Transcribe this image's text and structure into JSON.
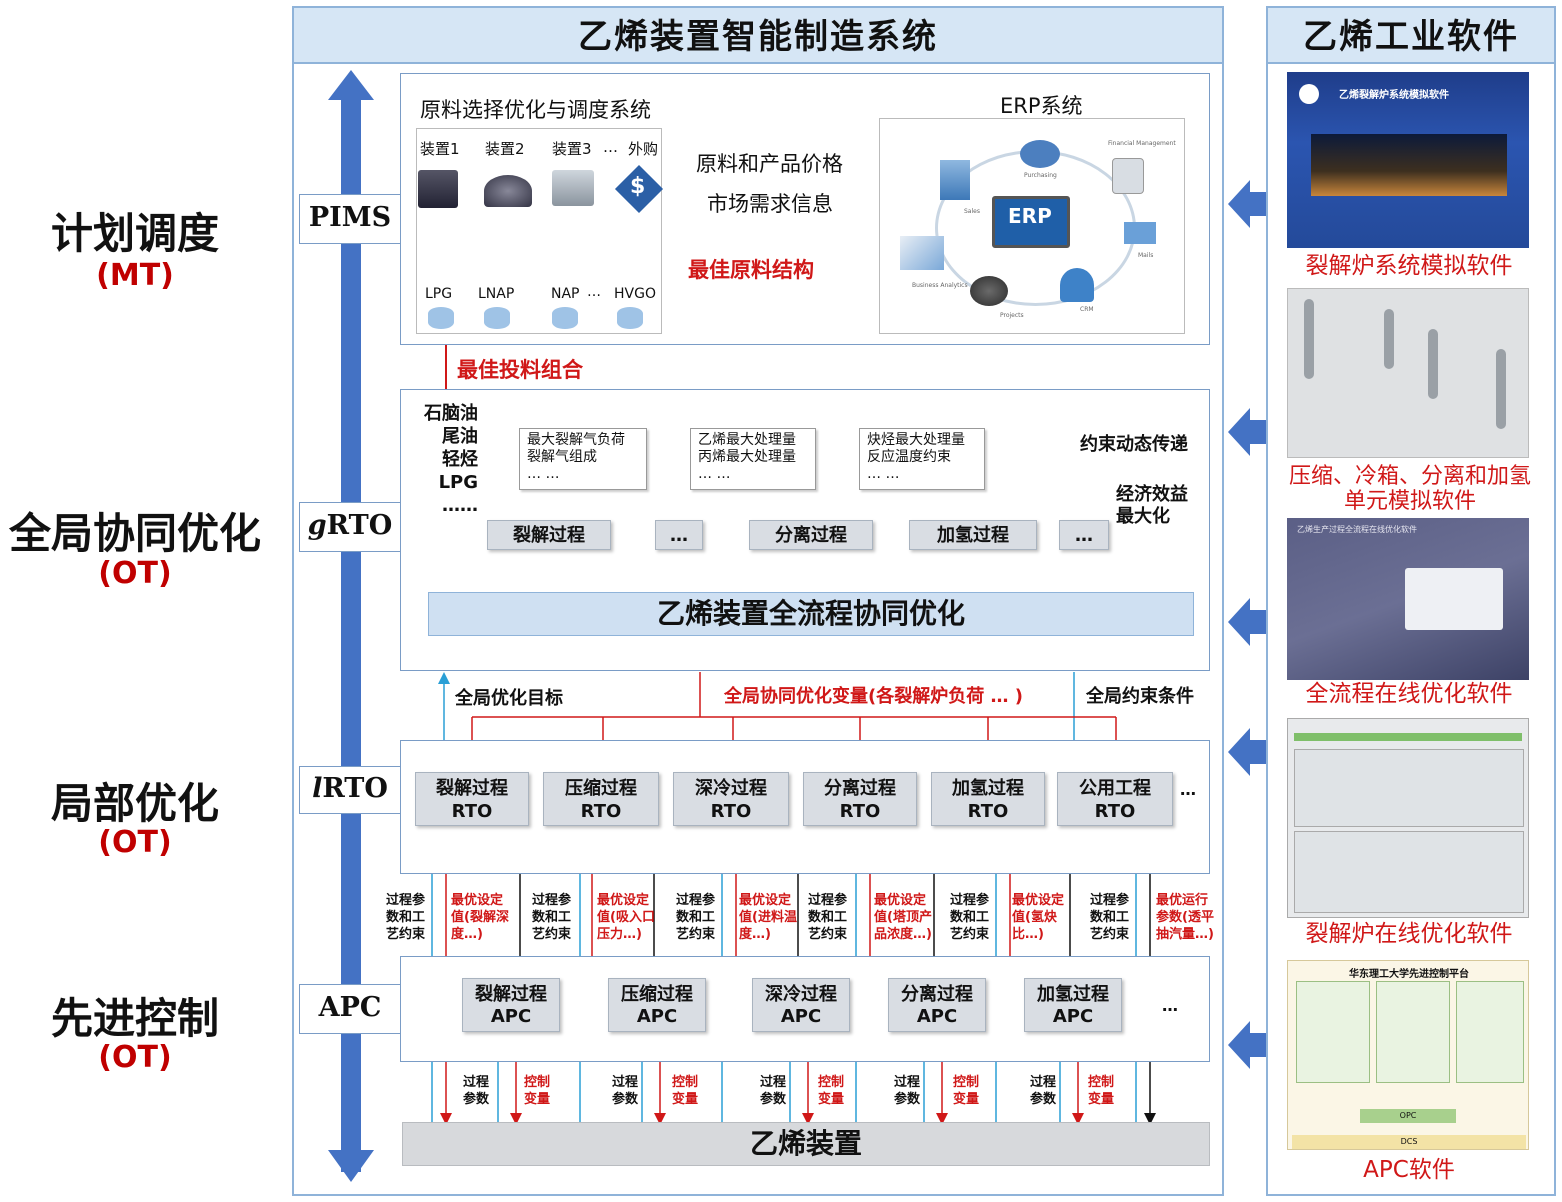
{
  "main_title": "乙烯装置智能制造系统",
  "side_title": "乙烯工业软件",
  "layers": [
    {
      "name": "计划调度",
      "abbr": "(MT)"
    },
    {
      "name": "全局协同优化",
      "abbr": "(OT)"
    },
    {
      "name": "局部优化",
      "abbr": "(OT)"
    },
    {
      "name": "先进控制",
      "abbr": "(OT)"
    }
  ],
  "tags": {
    "pims": "PIMS",
    "grto_g": "g",
    "grto_rest": "RTO",
    "lrto_l": "l",
    "lrto_rest": "RTO",
    "apc": "APC"
  },
  "pims": {
    "title": "原料选择优化与调度系统",
    "units": [
      "装置1",
      "装置2",
      "装置3",
      "…",
      "外购"
    ],
    "feeds": [
      "LPG",
      "LNAP",
      "NAP",
      "…",
      "HVGO"
    ],
    "best_structure": "最佳原料结构",
    "price_info": "原料和产品价格",
    "market_info": "市场需求信息",
    "erp_title": "ERP系统",
    "erp_center": "ERP",
    "erp_labels": [
      "Purchasing",
      "Financial Management",
      "Sales",
      "Mails",
      "CRM",
      "Projects",
      "Business Analytics"
    ],
    "best_feed_combo": "最佳投料组合"
  },
  "grto": {
    "feeds": [
      "石脑油",
      "尾油",
      "轻烃",
      "LPG",
      "……"
    ],
    "boxes": [
      {
        "l1": "最大裂解气负荷",
        "l2": "裂解气组成",
        "l3": "… …"
      },
      {
        "l1": "乙烯最大处理量",
        "l2": "丙烯最大处理量",
        "l3": "… …"
      },
      {
        "l1": "炔烃最大处理量",
        "l2": "反应温度约束",
        "l3": "… …"
      }
    ],
    "processes": [
      "裂解过程",
      "…",
      "分离过程",
      "加氢过程",
      "…"
    ],
    "constraint_pass": "约束动态传递",
    "econ_l1": "经济效益",
    "econ_l2": "最大化",
    "global_bar": "乙烯装置全流程协同优化"
  },
  "between": {
    "goal": "全局优化目标",
    "vars": "全局协同优化变量(各裂解炉负荷 … )",
    "constraints": "全局约束条件"
  },
  "lrto": {
    "units": [
      {
        "l1": "裂解过程",
        "l2": "RTO"
      },
      {
        "l1": "压缩过程",
        "l2": "RTO"
      },
      {
        "l1": "深冷过程",
        "l2": "RTO"
      },
      {
        "l1": "分离过程",
        "l2": "RTO"
      },
      {
        "l1": "加氢过程",
        "l2": "RTO"
      },
      {
        "l1": "公用工程",
        "l2": "RTO"
      }
    ],
    "more": "…"
  },
  "mid_labels": [
    {
      "l1": "过程参",
      "l2": "数和工",
      "l3": "艺约束"
    },
    {
      "l1": "最优设定",
      "l2": "值(裂解深",
      "l3": "度…)"
    },
    {
      "l1": "过程参",
      "l2": "数和工",
      "l3": "艺约束"
    },
    {
      "l1": "最优设定",
      "l2": "值(吸入口",
      "l3": "压力…)"
    },
    {
      "l1": "过程参",
      "l2": "数和工",
      "l3": "艺约束"
    },
    {
      "l1": "最优设定",
      "l2": "值(进料温",
      "l3": "度…)"
    },
    {
      "l1": "过程参",
      "l2": "数和工",
      "l3": "艺约束"
    },
    {
      "l1": "最优设定",
      "l2": "值(塔顶产",
      "l3": "品浓度…)"
    },
    {
      "l1": "过程参",
      "l2": "数和工",
      "l3": "艺约束"
    },
    {
      "l1": "最优设定",
      "l2": "值(氢炔",
      "l3": "比…)"
    },
    {
      "l1": "过程参",
      "l2": "数和工",
      "l3": "艺约束"
    },
    {
      "l1": "最优运行",
      "l2": "参数(透平",
      "l3": "抽汽量…)"
    }
  ],
  "apc": {
    "units": [
      {
        "l1": "裂解过程",
        "l2": "APC"
      },
      {
        "l1": "压缩过程",
        "l2": "APC"
      },
      {
        "l1": "深冷过程",
        "l2": "APC"
      },
      {
        "l1": "分离过程",
        "l2": "APC"
      },
      {
        "l1": "加氢过程",
        "l2": "APC"
      }
    ],
    "more": "…",
    "io_param": [
      "过程",
      "参数"
    ],
    "io_ctrl": [
      "控制",
      "变量"
    ]
  },
  "plant": "乙烯装置",
  "software": [
    {
      "caption": "裂解炉系统模拟软件",
      "header": "乙烯裂解炉系统模拟软件"
    },
    {
      "caption": "压缩、冷箱、分离和加氢单元模拟软件"
    },
    {
      "caption": "全流程在线优化软件",
      "header": "乙烯生产过程全流程在线优化软件"
    },
    {
      "caption": "裂解炉在线优化软件"
    },
    {
      "caption": "APC软件",
      "header": "华东理工大学先进控制平台",
      "opc": "OPC",
      "dcs": "DCS"
    }
  ],
  "colors": {
    "frame": "#8fb3d9",
    "title_bg": "#d6e6f5",
    "arrow_blue": "#4472c4",
    "red": "#d01818",
    "cyan": "#2a9fd6",
    "green": "#2aa84a",
    "process": "#d9dde3"
  }
}
